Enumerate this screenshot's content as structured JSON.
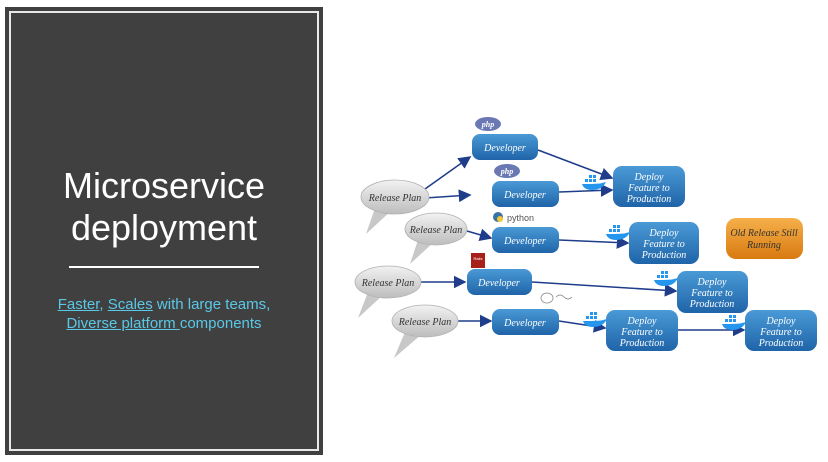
{
  "slide": {
    "title_line1": "Microservice",
    "title_line2": "deployment",
    "subtitle": {
      "link_faster": "Faster",
      "sep1": ", ",
      "link_scales": "Scales",
      "text_scales": " with large teams,",
      "link_diverse": "Diverse platform ",
      "text_components": "components"
    }
  },
  "diagram": {
    "release_plan": "Release Plan",
    "developer": "Developer",
    "deploy_line1": "Deploy",
    "deploy_line2": "Feature to",
    "deploy_line3": "Production",
    "old_release_line1": "Old Release Still",
    "old_release_line2": "Running",
    "php_label": "php",
    "python_label": "python",
    "rails_label": "Rails"
  },
  "colors": {
    "box_blue": "#2f7fc0",
    "old_release_orange": "#e58a1a",
    "arrow": "#1f3d8a",
    "bubble_grey": "#d4d4d4"
  }
}
